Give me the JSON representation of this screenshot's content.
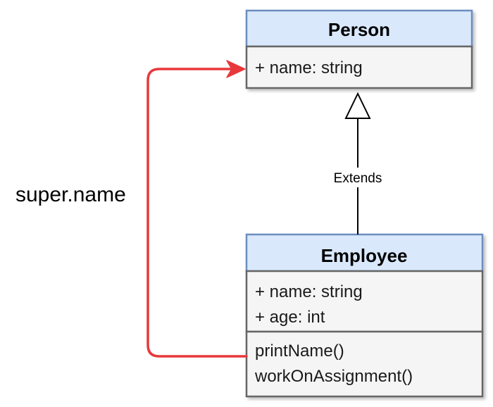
{
  "classes": {
    "person": {
      "name": "Person",
      "attributes": [
        "+ name: string"
      ]
    },
    "employee": {
      "name": "Employee",
      "attributes": [
        "+ name: string",
        "+ age: int"
      ],
      "methods": [
        "printName()",
        "workOnAssignment()"
      ]
    }
  },
  "relations": {
    "inheritance": {
      "label": "Extends"
    },
    "reference": {
      "label": "super.name",
      "color": "#e8383b"
    }
  },
  "colors": {
    "header_fill": "#dae8fc",
    "body_fill": "#f5f5f5",
    "border": "#6c8ebf"
  }
}
